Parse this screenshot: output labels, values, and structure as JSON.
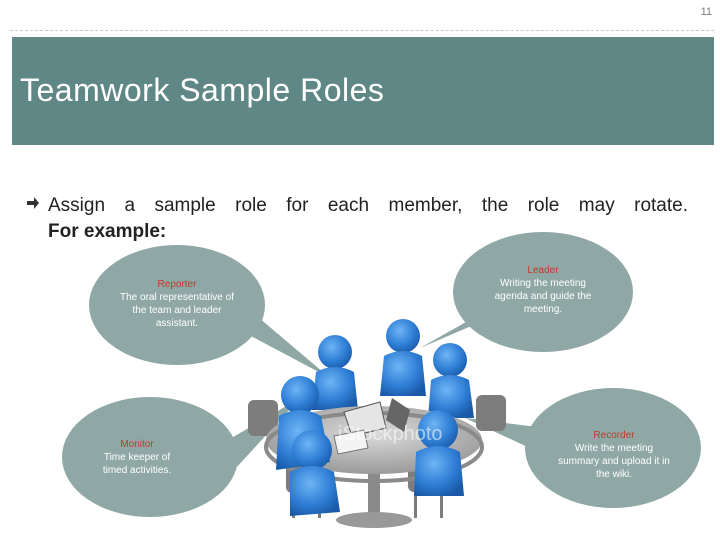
{
  "page_number": "11",
  "title": "Teamwork Sample Roles",
  "bullet": {
    "line1": "Assign a sample role for each member, the role may rotate.",
    "line2": "For example:"
  },
  "roles": {
    "reporter": {
      "name": "Reporter",
      "desc": "The oral representative of the team and leader assistant."
    },
    "leader": {
      "name": "Leader",
      "desc": "Writing the meeting agenda and guide the meeting."
    },
    "monitor": {
      "name": "Monitor",
      "desc": "Time keeper of timed activities."
    },
    "recorder": {
      "name": "Recorder",
      "desc": "Write the meeting summary and upload it in the wiki."
    }
  },
  "image": {
    "watermark": "iStockphoto"
  },
  "colors": {
    "title_bar": "#5f8786",
    "bubble_fill": "#8fa8a5",
    "role_name": "#c0392b",
    "figure_blue": "#2f7fd6"
  }
}
